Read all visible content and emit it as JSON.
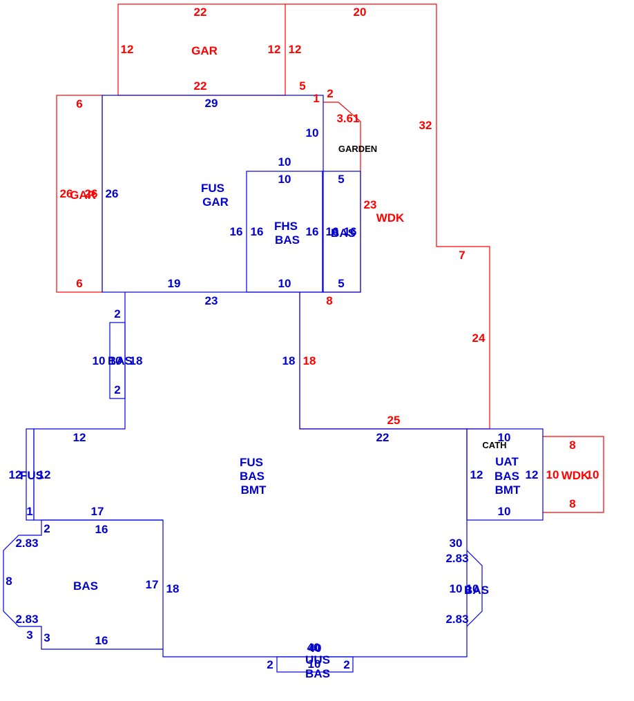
{
  "colors": {
    "red": "#ff0000",
    "blue": "#0000dd",
    "black": "#000000"
  },
  "areas": {
    "gar_top": "GAR",
    "gar_left": "GAR",
    "fus_gar": [
      "FUS",
      "GAR"
    ],
    "fhs_bas": [
      "FHS",
      "BAS"
    ],
    "bas_small": "BAS",
    "garden": "GARDEN",
    "wdk_upper": "WDK",
    "bas_connector": "BAS",
    "main": [
      "FUS",
      "BAS",
      "BMT"
    ],
    "fus_left": "FUS",
    "bas_left": "BAS",
    "cath": "CATH",
    "uat": [
      "UAT",
      "BAS",
      "BMT"
    ],
    "wdk_right": "WDK",
    "bas_right": "BAS",
    "uus_bas": [
      "UUS",
      "BAS"
    ]
  },
  "dimensions_red": {
    "gar_top": "22",
    "gar_bottom": "22",
    "gar_left": "12",
    "gar_right": "12",
    "wdk_top": "20",
    "wdk_left_upper": "12",
    "wdk_right_long": "32",
    "wdk_step": "7",
    "wdk_right_lower": "24",
    "wdk_bottom": "25",
    "wdk_top_short": "5",
    "wdk_notch_1": "1",
    "wdk_notch_2": "2",
    "wdk_diag": "3.61",
    "wdk_inner_side": "23",
    "wdk_inner_bottom": "8",
    "wdk_inner_left": "18",
    "garl_top": "6",
    "garl_bottom": "6",
    "garl_left": "26",
    "garl_right": "26",
    "wdk_r_top": "8",
    "wdk_r_bottom": "8",
    "wdk_r_left": "10",
    "wdk_r_right": "10"
  },
  "dimensions_blue": {
    "fus_top": "29",
    "fus_left": "26",
    "fus_bottom_left": "19",
    "fus_bottom_total": "23",
    "fus_right_upper": "10",
    "fhs_top": "10",
    "fhs_top_inner": "10",
    "fhs_left_outer": "16",
    "fhs_left_inner": "16",
    "fhs_right": "16",
    "fhs_bottom": "10",
    "bas_top": "5",
    "bas_left": "16",
    "bas_right": "16",
    "bas_bottom": "5",
    "conn_top": "2",
    "conn_bottom": "2",
    "conn_left": "10",
    "conn_left_2": "10",
    "conn_right": "18",
    "main_right_drop": "18",
    "main_top_left": "12",
    "main_top_right": "22",
    "fus_l_left": "12",
    "fus_l_right": "12",
    "fus_l_small": "1",
    "step_17": "17",
    "step_2": "2",
    "basl_top": "16",
    "basl_diag_top": "2.83",
    "basl_left": "8",
    "basl_diag_bottom": "2.83",
    "basl_3a": "3",
    "basl_3b": "3",
    "basl_bottom": "16",
    "basl_right": "17",
    "main_left_lower": "18",
    "main_right_lower": "30",
    "basr_diag_top": "2.83",
    "basr_left": "10",
    "basr_right": "10",
    "basr_diag_bottom": "2.83",
    "uat_top": "10",
    "uat_left": "12",
    "uat_right": "12",
    "uat_bottom": "10",
    "main_bottom_a": "40",
    "main_bottom_b": "40",
    "uus_top": "10",
    "uus_left": "2",
    "uus_right": "2"
  }
}
